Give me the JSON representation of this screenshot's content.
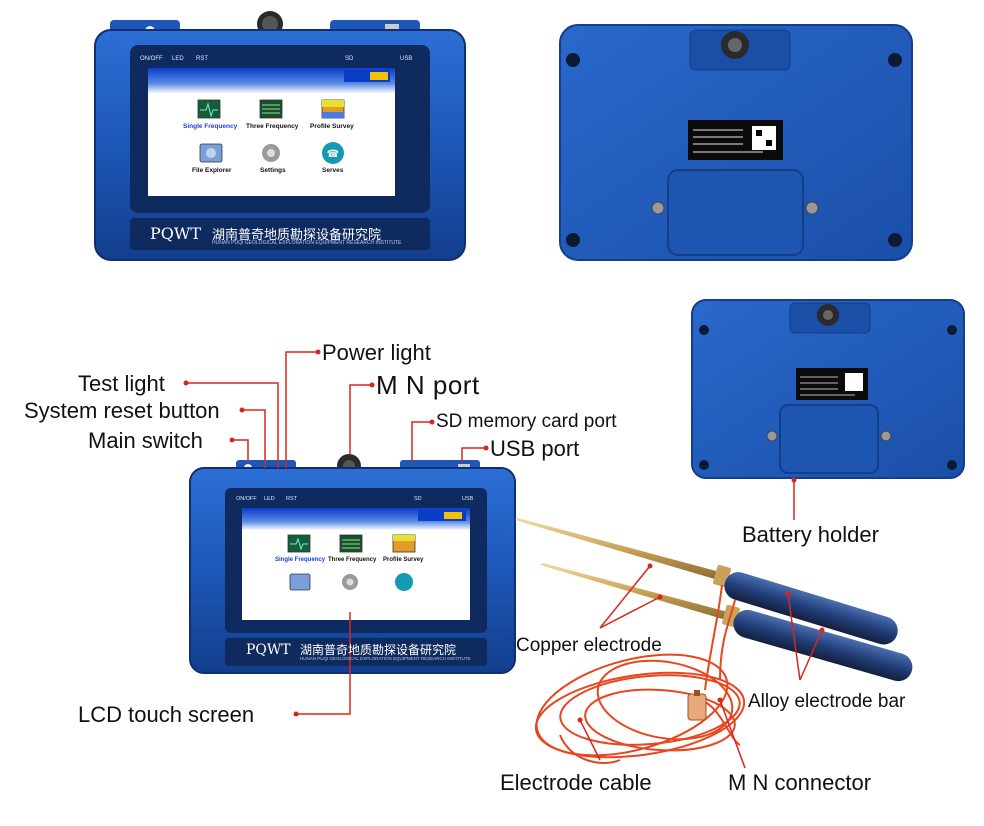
{
  "front_top": {
    "panel_labels": {
      "onoff": "ON/OFF",
      "led": "LED",
      "rst": "RST",
      "sd": "SD",
      "usb": "USB"
    },
    "screen_icons": [
      "Single Frequency",
      "Three Frequency",
      "Profile Survey",
      "File Explorer",
      "Settings",
      "Serves"
    ],
    "brand": "PQWT",
    "brand_cn": "湖南普奇地质勘探设备研究院",
    "brand_en": "HUNAN PUQI GEOLOGICAL EXPLORATION EQUIPMENT RESEARCH INSTITUTE"
  },
  "front_bottom": {
    "screen_icons": [
      "Single Frequency",
      "Three Frequency",
      "Profile Survey"
    ]
  },
  "callouts": {
    "power_light": "Power light",
    "test_light": "Test light",
    "mn_port": "M N port",
    "system_reset": "System reset button",
    "sd_port": "SD memory card port",
    "main_switch": "Main switch",
    "usb_port": "USB port",
    "battery_holder": "Battery holder",
    "copper_electrode": "Copper electrode",
    "alloy_electrode_bar": "Alloy electrode bar",
    "lcd_touch_screen": "LCD touch screen",
    "electrode_cable": "Electrode cable",
    "mn_connector": "M N connector"
  },
  "colors": {
    "device_blue": "#1d57b8",
    "device_dark": "#0f2f6e",
    "screen_blue": "#0a3cc8",
    "callout_red": "#d8261c",
    "cable_orange": "#e8461e",
    "copper": "#c9a257"
  }
}
